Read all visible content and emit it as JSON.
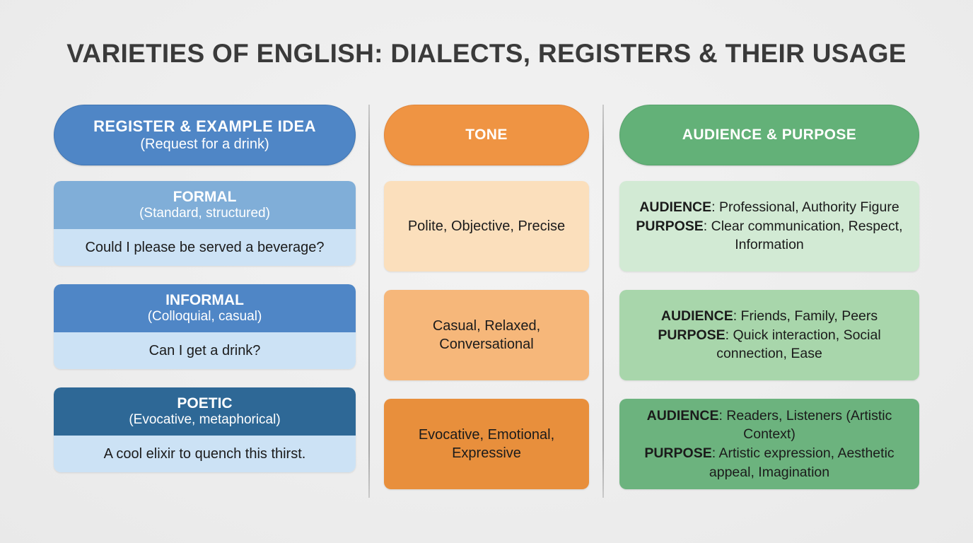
{
  "title": "VARIETIES OF ENGLISH: DIALECTS, REGISTERS & THEIR USAGE",
  "colors": {
    "background": "#eeeeee",
    "title_text": "#3a3a3a",
    "register_accent": "#4f86c6",
    "tone_accent": "#ef9443",
    "audience_accent": "#63b178",
    "register_body": "#cce2f5",
    "formal_head": "#80aed8",
    "informal_head": "#4f86c6",
    "poetic_head": "#2e6896",
    "tone_cells": [
      "#fbdfbc",
      "#f6b77a",
      "#e88f3c"
    ],
    "audience_cells": [
      "#d2ead4",
      "#a8d6ab",
      "#6cb37e"
    ]
  },
  "columns": {
    "register": {
      "header_title": "REGISTER & EXAMPLE IDEA",
      "header_sub": "(Request for a drink)"
    },
    "tone": {
      "header_title": "TONE"
    },
    "audience": {
      "header_title": "AUDIENCE & PURPOSE"
    }
  },
  "labels": {
    "audience_label": "AUDIENCE",
    "purpose_label": "PURPOSE"
  },
  "rows": [
    {
      "register_title": "FORMAL",
      "register_sub": "(Standard, structured)",
      "example": "Could I please be served a beverage?",
      "tone": "Polite, Objective, Precise",
      "audience_value": ": Professional, Authority Figure",
      "purpose_value": ": Clear communication, Respect, Information"
    },
    {
      "register_title": "INFORMAL",
      "register_sub": "(Colloquial, casual)",
      "example": "Can I get a drink?",
      "tone": "Casual, Relaxed, Conversational",
      "audience_value": ": Friends, Family, Peers",
      "purpose_value": ": Quick interaction, Social connection, Ease"
    },
    {
      "register_title": "POETIC",
      "register_sub": "(Evocative, metaphorical)",
      "example": "A cool elixir to quench this thirst.",
      "tone": "Evocative, Emotional, Expressive",
      "audience_value": ": Readers, Listeners (Artistic Context)",
      "purpose_value": ": Artistic expression, Aesthetic appeal, Imagination"
    }
  ]
}
